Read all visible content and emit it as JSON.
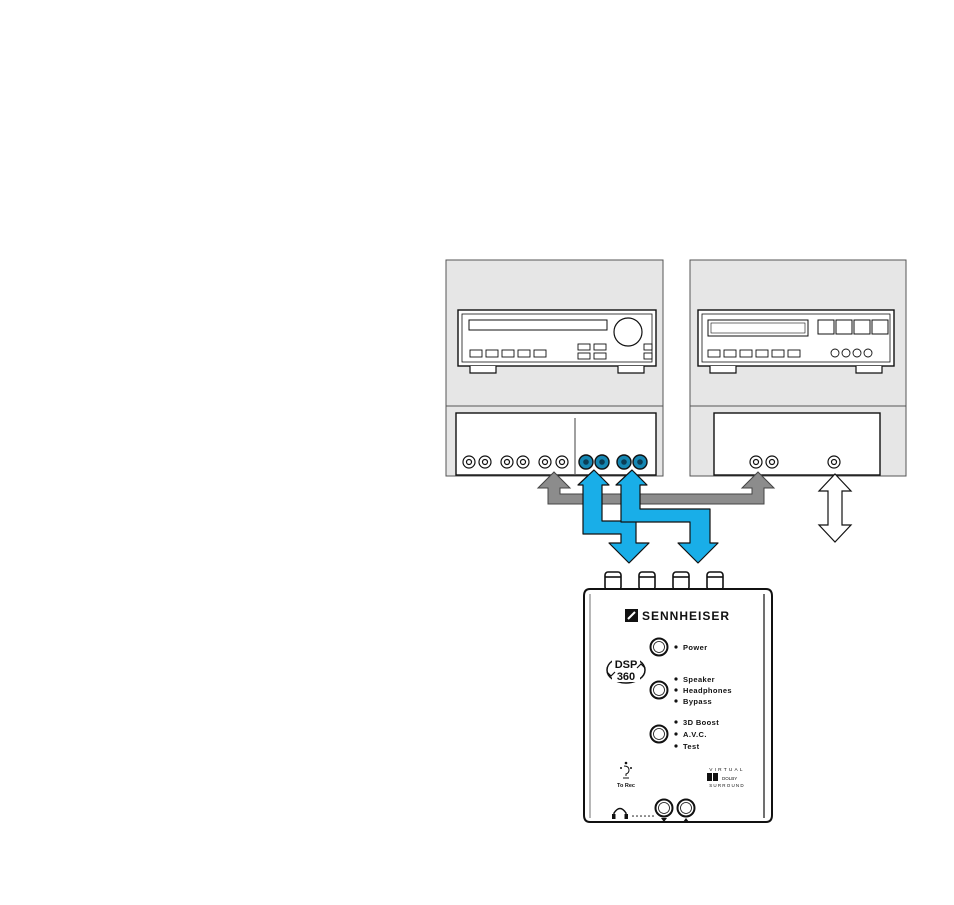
{
  "device": {
    "brand": "SENNHEISER",
    "dsp_badge_line1": "DSP",
    "dsp_badge_line2": "360",
    "power_label": "Power",
    "mode_labels": [
      "Speaker",
      "Headphones",
      "Bypass"
    ],
    "effect_labels": [
      "3D Boost",
      "A.V.C.",
      "Test"
    ],
    "torec_label": "To Rec",
    "virtual_label": "VIRTUAL",
    "dolby_label": "DOLBY",
    "surround_label": "SURROUND"
  },
  "colors": {
    "blue_arrow": "#19aee8",
    "blue_jack": "#1587b3",
    "gray_arrow": "#8c8c8c",
    "panel_fill": "#e6e6e6",
    "outline": "#111111"
  }
}
